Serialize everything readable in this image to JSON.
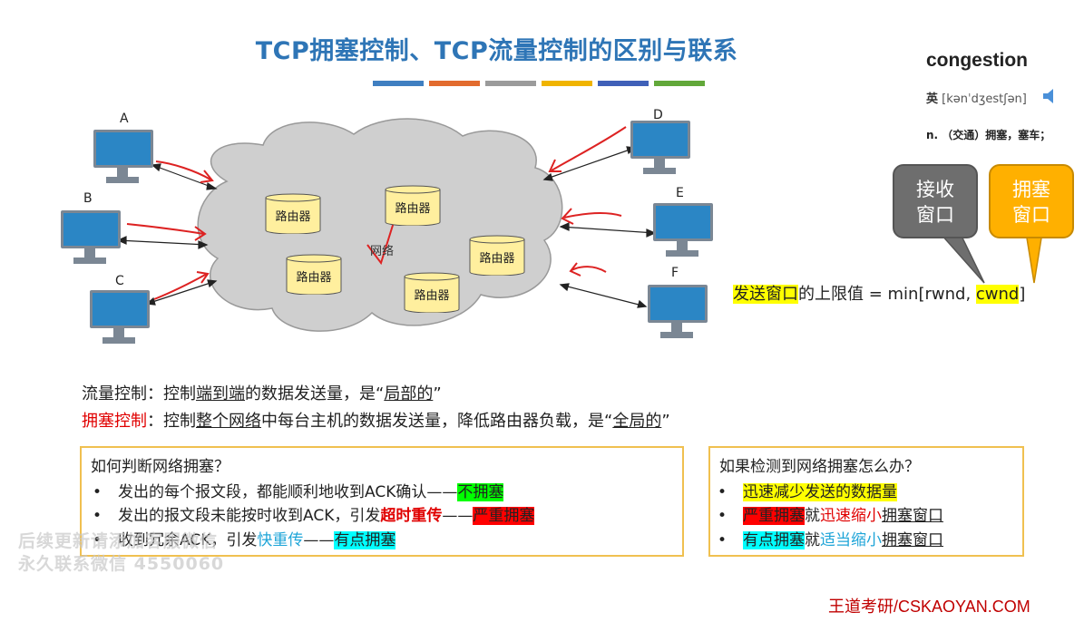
{
  "title": "TCP拥塞控制、TCP流量控制的区别与联系",
  "color_bars": [
    "#3f7fc1",
    "#e26b2e",
    "#9b9b9b",
    "#f0b400",
    "#3f60b8",
    "#62a83a"
  ],
  "network": {
    "hosts": [
      "A",
      "B",
      "C",
      "D",
      "E",
      "F"
    ],
    "router_label": "路由器",
    "cloud_label": "网络"
  },
  "dictionary": {
    "word": "congestion",
    "lang": "英",
    "phonetic": "[kənˈdʒestʃən]",
    "meaning": "n. （交通）拥塞，塞车；"
  },
  "callouts": {
    "receive": "接收\n窗口",
    "receive_l1": "接收",
    "receive_l2": "窗口",
    "congest_l1": "拥塞",
    "congest_l2": "窗口",
    "receive_color": "#6e6e6e",
    "congest_color": "#ffb000"
  },
  "formula": {
    "part1": "发送窗口",
    "part2": "的上限值 = min[rwnd, ",
    "part3": "cwnd",
    "part4": "]"
  },
  "flow_line": {
    "p1": "流量控制：控制",
    "p2": "端到端",
    "p3": "的数据发送量，是“",
    "p4": "局部的",
    "p5": "”"
  },
  "cong_line": {
    "p1": "拥塞控制",
    "p2": "：控制",
    "p3": "整个网络",
    "p4": "中每台主机的数据发送量，降低路由器负载，是“",
    "p5": "全局的",
    "p6": "”"
  },
  "judge_box": {
    "heading": "如何判断网络拥塞？",
    "b1_text": "发出的每个报文段，都能顺利地收到ACK确认——",
    "b1_tag": "不拥塞",
    "b2_text": "发出的报文段未能按时收到ACK，引发",
    "b2_red": "超时重传",
    "b2_dash": "——",
    "b2_tag": "严重拥塞",
    "b3_text": "收到冗余ACK，引发",
    "b3_blue": "快重传",
    "b3_dash": "——",
    "b3_tag": "有点拥塞"
  },
  "action_box": {
    "heading": "如果检测到网络拥塞怎么办？",
    "b1": "迅速减少发送的数据量",
    "b2_tag": "严重拥塞",
    "b2_mid": "就",
    "b2_red": "迅速缩小",
    "b2_end": "拥塞窗口",
    "b3_tag": "有点拥塞",
    "b3_mid": "就",
    "b3_blue": "适当缩小",
    "b3_end": "拥塞窗口"
  },
  "footer": "王道考研/CSKAOYAN.COM",
  "watermark": {
    "line1": "后续更新请添加客服微信",
    "line2": "永久联系微信 4550060"
  }
}
